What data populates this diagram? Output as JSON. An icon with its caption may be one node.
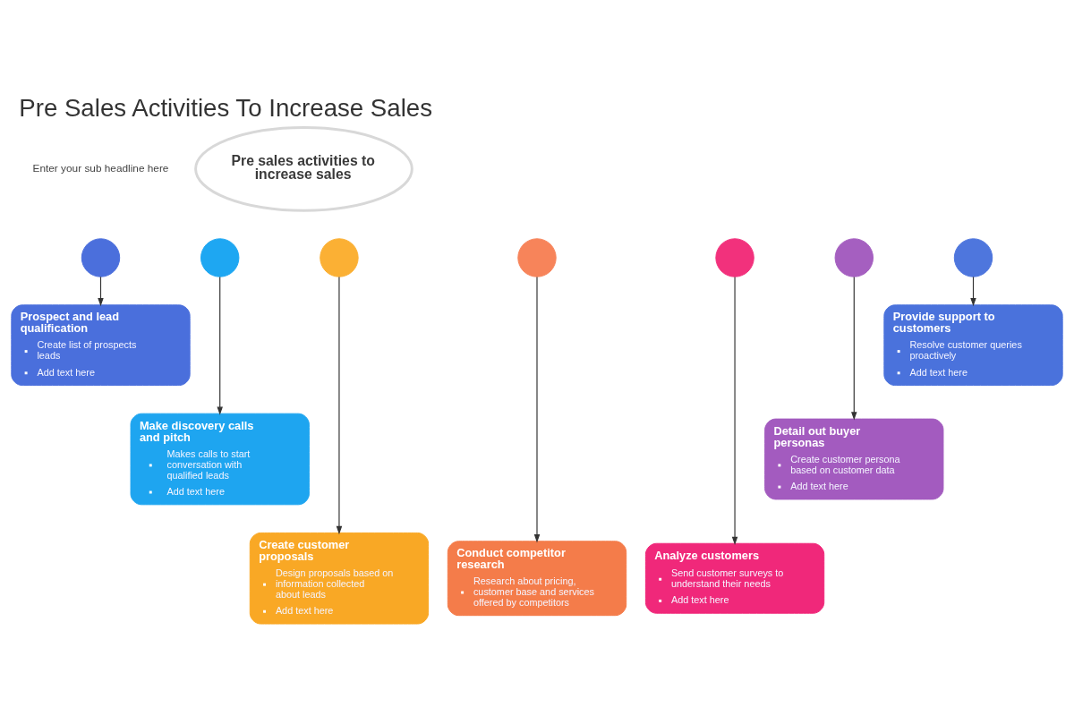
{
  "diagram": {
    "title": "Pre Sales Activities To Increase Sales",
    "nodes": [
      {
        "text": [
          "Pre sales activities to increase sales"
        ]
      },
      {
        "text": [],
        "shape": "circle"
      },
      {
        "text": [],
        "shape": "circle"
      },
      {
        "text": [],
        "shape": "circle"
      },
      {
        "text": [],
        "shape": "circle"
      },
      {
        "text": [],
        "shape": "circle"
      },
      {
        "text": [],
        "shape": "circle"
      },
      {
        "text": [],
        "shape": "circle"
      },
      {
        "text": [
          "Prospect and lead qualification",
          "Create list of prospects leads",
          "Add text here"
        ]
      },
      {
        "text": [
          "Make discovery calls and pitch",
          "Makes calls to start conversation with qualified leads",
          "Add text here"
        ]
      },
      {
        "text": [
          "Create customer proposals",
          "Design proposals based on information collected about leads",
          "Add text here"
        ]
      },
      {
        "text": [
          "Conduct competitor research",
          "Research about pricing, customer base and services offered by competitors"
        ]
      },
      {
        "text": [
          "Analyze customers",
          "Send customer surveys to understand their needs",
          "Add text here"
        ]
      },
      {
        "text": [
          "Detail out buyer personas",
          "Create customer persona based on customer data",
          "Add text here"
        ]
      },
      {
        "text": [
          "Provide support to customers",
          "Resolve customer queries proactively",
          "Add text here"
        ]
      }
    ],
    "edges": [
      {
        "from": 1,
        "to": 8,
        "arrow": "to"
      },
      {
        "from": 2,
        "to": 9,
        "arrow": "to"
      },
      {
        "from": 3,
        "to": 10,
        "arrow": "to"
      },
      {
        "from": 4,
        "to": 11,
        "arrow": "to"
      },
      {
        "from": 5,
        "to": 12,
        "arrow": "to"
      },
      {
        "from": 6,
        "to": 13,
        "arrow": "to"
      },
      {
        "from": 7,
        "to": 14,
        "arrow": "to"
      }
    ],
    "labels": [
      "Enter your sub headline here"
    ]
  }
}
